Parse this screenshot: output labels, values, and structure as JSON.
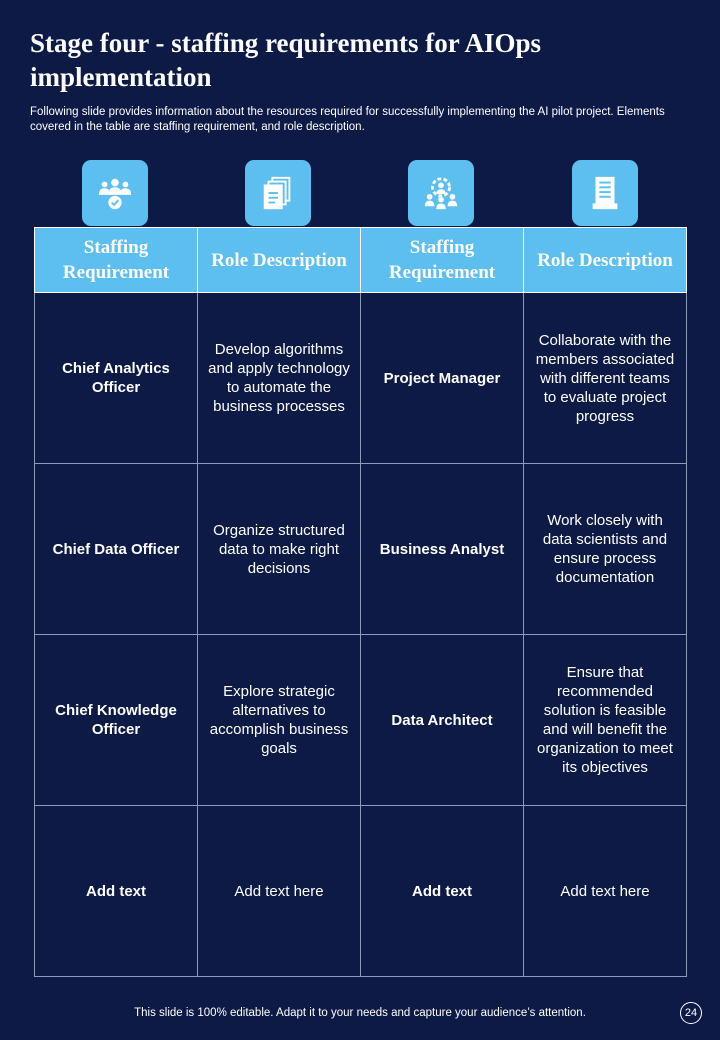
{
  "header": {
    "title": "Stage four - staffing requirements  for AIOps implementation",
    "subtitle": "Following slide provides information about the resources required for successfully implementing the AI pilot project. Elements covered in the table are staffing requirement, and role description."
  },
  "icons": [
    "team-approval-icon",
    "documents-icon",
    "gear-team-icon",
    "document-list-icon"
  ],
  "table": {
    "headers": [
      "Staffing Requirement",
      "Role Description",
      "Staffing Requirement",
      "Role Description"
    ],
    "rows": [
      [
        "Chief Analytics Officer",
        "Develop algorithms and apply technology to automate the business processes",
        "Project Manager",
        "Collaborate with the members associated with different teams to evaluate project progress"
      ],
      [
        "Chief Data Officer",
        "Organize structured data to make right decisions",
        "Business Analyst",
        "Work closely with data scientists and ensure process documentation"
      ],
      [
        "Chief Knowledge Officer",
        "Explore strategic alternatives to accomplish business goals",
        "Data Architect",
        "Ensure that recommended solution is feasible and will benefit the organization to meet its objectives"
      ],
      [
        "Add text",
        "Add text here",
        "Add text",
        "Add text here"
      ]
    ]
  },
  "footer": {
    "note": "This slide is 100% editable. Adapt it to your needs and capture your audience’s attention.",
    "page": "24"
  },
  "colors": {
    "background": "#0c1a45",
    "accent": "#5cbff0",
    "grid": "#8e9ab6"
  }
}
